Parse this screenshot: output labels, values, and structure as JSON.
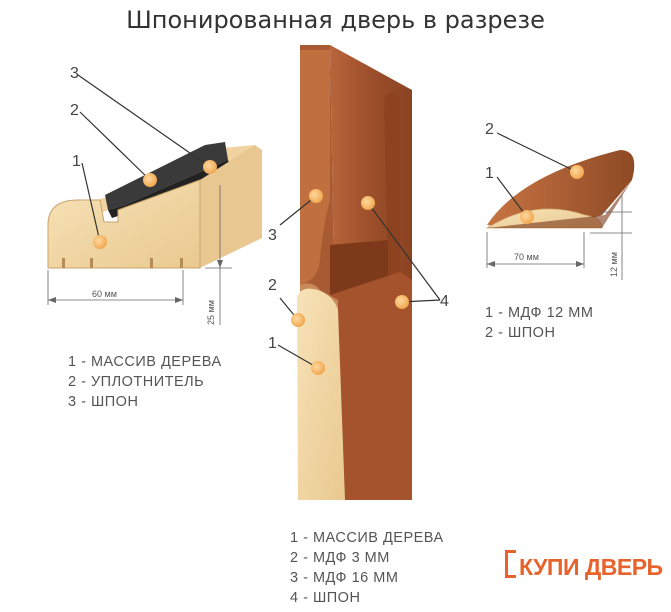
{
  "title": "Шпонированная дверь в разрезе",
  "left_profile": {
    "legend": [
      "1 - МАССИВ ДЕРЕВА",
      "2 - УПЛОТНИТЕЛЬ",
      "3 - ШПОН"
    ],
    "dim_width": "60 мм",
    "dim_height": "25 мм",
    "callouts": [
      "1",
      "2",
      "3"
    ]
  },
  "door_section": {
    "legend": [
      "1 - МАССИВ ДЕРЕВА",
      "2 - МДФ 3 ММ",
      "3 - МДФ 16 ММ",
      "4 - ШПОН"
    ],
    "callouts": [
      "1",
      "2",
      "3",
      "4"
    ]
  },
  "right_profile": {
    "legend": [
      "1 - МДФ 12 ММ",
      "2 - ШПОН"
    ],
    "dim_width": "70 мм",
    "dim_height": "12 мм",
    "callouts": [
      "1",
      "2"
    ]
  },
  "brand": "КУПИ ДВЕРЬ",
  "colors": {
    "veneer": "#a0522d",
    "veneer_dark": "#7a3518",
    "pine": "#f3d9a8",
    "callout": "#f3b15a",
    "seal": "#3a3a3a",
    "brand": "#e8632b"
  }
}
